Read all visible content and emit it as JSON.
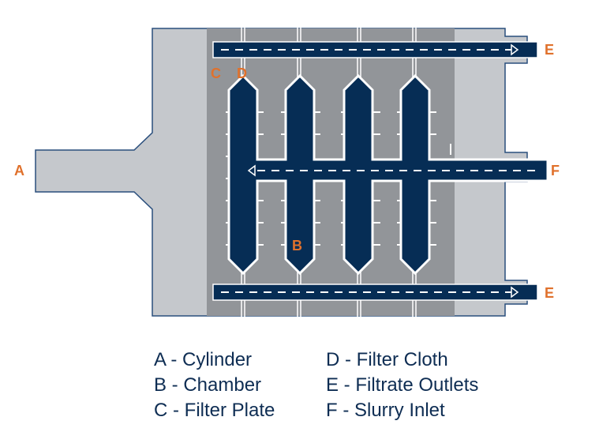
{
  "colors": {
    "cylinder_fill": "#c5c8cc",
    "cylinder_stroke": "#2a4f7d",
    "plate_fill": "#929599",
    "channel_fill": "#062d55",
    "cloth_stroke": "#ffffff",
    "callout_color": "#e0712c",
    "legend_text": "#0e2d53"
  },
  "callouts": {
    "A": "A",
    "B": "B",
    "C": "C",
    "D": "D",
    "E_top": "E",
    "E_bottom": "E",
    "F": "F"
  },
  "legend": {
    "left": [
      "A - Cylinder",
      "B - Chamber",
      "C - Filter Plate"
    ],
    "right": [
      "D - Filter Cloth",
      "E - Filtrate Outlets",
      "F - Slurry Inlet"
    ]
  },
  "icons": {
    "outlet_arrow": "triangle-right-icon",
    "inlet_arrow": "triangle-left-icon"
  }
}
